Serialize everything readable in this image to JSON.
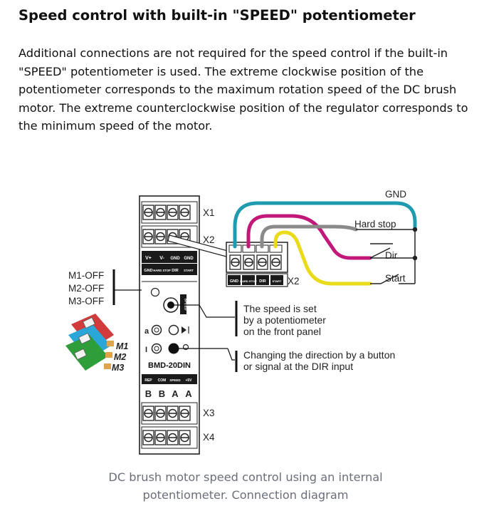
{
  "section": {
    "title": "Speed control with built-in \"SPEED\" potentiometer",
    "intro": "Additional connections are not required for the speed control if the built-in \"SPEED\" potentiometer is used. The extreme clockwise position of the potentiometer corresponds to the maximum rotation speed of the DC brush motor. The extreme counterclockwise position of the regulator corresponds to the minimum speed of the motor.",
    "caption": "DC brush motor speed control using an internal potentiometer. Connection diagram"
  },
  "diagram": {
    "connectors": {
      "x1": "X1",
      "x2": "X2",
      "x3": "X3",
      "x4": "X4"
    },
    "supply_labels": {
      "vplus": "V+",
      "vminus": "V-",
      "gnd1": "GND",
      "gnd2": "GND"
    },
    "x2_pin_labels": {
      "gnd": "GND",
      "hard_stop": "HARD STOP",
      "dir": "DIR",
      "start": "START"
    },
    "speed_label": "SPEED",
    "model": "BMD-20DIN",
    "bottom_labels": {
      "rep": "REP",
      "com": "COM",
      "speed": "SPEED",
      "plus5v": "+5V"
    },
    "bottom_letters": [
      "B",
      "B",
      "A",
      "A"
    ],
    "switch_labels": {
      "m1": "M1-OFF",
      "m2": "M2-OFF",
      "m3": "M3-OFF"
    },
    "dip_labels": {
      "m1": "M1",
      "m2": "M2",
      "m3": "M3"
    },
    "signals": {
      "gnd": "GND",
      "hard_stop": "Hard stop",
      "dir": "Dir",
      "start": "Start"
    },
    "annotations": {
      "speed_note": [
        "The speed is set",
        "by a potentiometer",
        "on the front panel"
      ],
      "direction_note": [
        "Changing the direction by a button",
        "or signal at the DIR input"
      ]
    },
    "wire_colors": {
      "gnd": "#1f9bb0",
      "hard_stop": "#c2187a",
      "dir": "#8a8a8a",
      "start": "#e9da1a"
    }
  }
}
